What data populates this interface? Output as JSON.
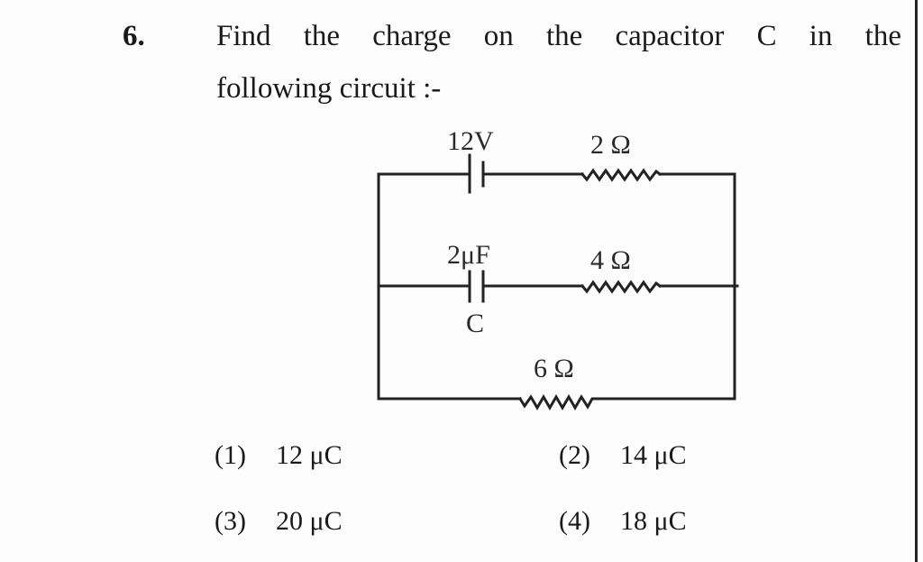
{
  "question": {
    "number": "6.",
    "text_line1": "Find the charge on the capacitor C in the",
    "text_line2": "following circuit :-"
  },
  "circuit": {
    "battery_label": "12V",
    "resistor_top_label": "2 Ω",
    "capacitor_value_label": "2μF",
    "capacitor_name_label": "C",
    "resistor_mid_label": "4 Ω",
    "resistor_bottom_label": "6 Ω"
  },
  "options": [
    {
      "index": "(1)",
      "value": "12 μC"
    },
    {
      "index": "(2)",
      "value": "14 μC"
    },
    {
      "index": "(3)",
      "value": "20 μC"
    },
    {
      "index": "(4)",
      "value": "18 μC"
    }
  ]
}
